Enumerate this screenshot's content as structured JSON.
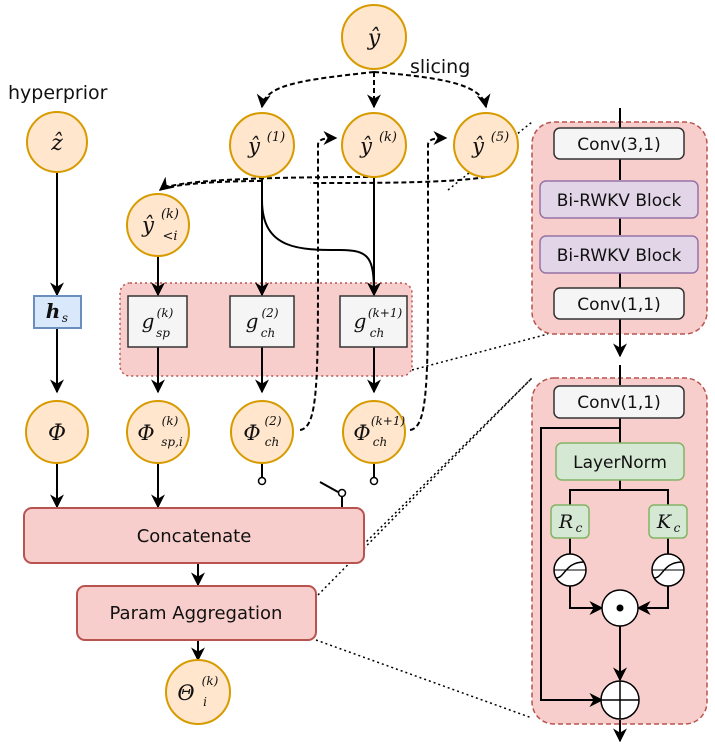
{
  "labels": {
    "hyperprior": "hyperprior",
    "slicing": "slicing"
  },
  "nodes": {
    "z_hat": "ẑ",
    "y_hat": "ŷ",
    "y1": {
      "base": "ŷ",
      "sup": "(1)"
    },
    "yk": {
      "base": "ŷ",
      "sup": "(k)"
    },
    "y5": {
      "base": "ŷ",
      "sup": "(5)"
    },
    "y_lt": {
      "base": "ŷ",
      "sup": "(k)",
      "sub": "<i"
    },
    "hs": {
      "base": "h",
      "sub": "s"
    },
    "g_sp": {
      "base": "g",
      "sup": "(k)",
      "sub": "sp"
    },
    "g_ch2": {
      "base": "g",
      "sup": "(2)",
      "sub": "ch"
    },
    "g_chk1": {
      "base": "g",
      "sup": "(k+1)",
      "sub": "ch"
    },
    "phi": "Φ",
    "phi_sp": {
      "base": "Φ",
      "sup": "(k)",
      "sub": "sp,i"
    },
    "phi_ch2": {
      "base": "Φ",
      "sup": "(2)",
      "sub": "ch"
    },
    "phi_chk1": {
      "base": "Φ",
      "sup": "(k+1)",
      "sub": "ch"
    },
    "theta": {
      "base": "Θ",
      "sup": "(k)",
      "sub": "i"
    }
  },
  "blocks": {
    "concatenate": "Concatenate",
    "param_aggregation": "Param Aggregation"
  },
  "detail_top": {
    "conv_a": "Conv(3,1)",
    "rwkv_1": "Bi-RWKV Block",
    "rwkv_2": "Bi-RWKV Block",
    "conv_b": "Conv(1,1)"
  },
  "detail_bottom": {
    "conv": "Conv(1,1)",
    "layernorm": "LayerNorm",
    "rc": {
      "base": "R",
      "sub": "c"
    },
    "kc": {
      "base": "K",
      "sub": "c"
    },
    "mult": "⊙",
    "add": "⊕"
  },
  "colors": {
    "node_fill": "#ffe6cc",
    "node_stroke": "#d79b00",
    "pink_fill": "#f8cecc",
    "pink_stroke": "#b85450",
    "hs_fill": "#dae8fc",
    "hs_stroke": "#6c8ebf",
    "purple_fill": "#e1d5e7",
    "purple_stroke": "#9673a6",
    "green_fill": "#d5e8d4",
    "green_stroke": "#82b366",
    "gray_fill": "#f5f5f5"
  }
}
